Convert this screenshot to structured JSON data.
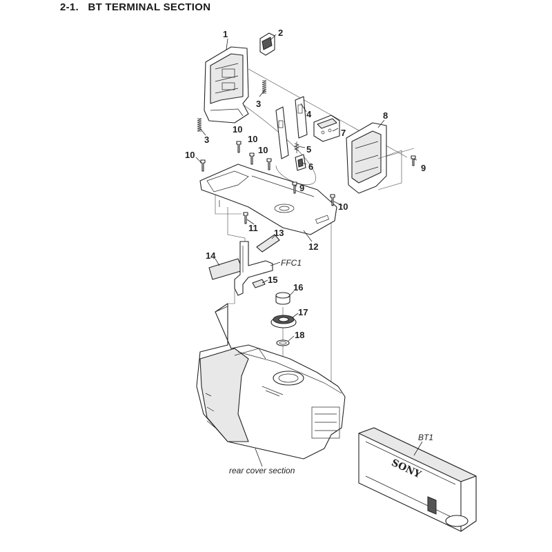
{
  "header": {
    "title": "2-1.   BT TERMINAL SECTION"
  },
  "callouts": {
    "c1": "1",
    "c2": "2",
    "c3a": "3",
    "c3b": "3",
    "c4": "4",
    "c5": "5",
    "c6": "6",
    "c7": "7",
    "c8": "8",
    "c9a": "9",
    "c9b": "9",
    "c10a": "10",
    "c10b": "10",
    "c10c": "10",
    "c10d": "10",
    "c10e": "10",
    "c11": "11",
    "c12": "12",
    "c13": "13",
    "c14": "14",
    "c15": "15",
    "c16": "16",
    "c17": "17",
    "c18": "18"
  },
  "sublabels": {
    "ffc1": "FFC1",
    "bt1": "BT1",
    "rear_cover": "rear cover section"
  },
  "battery_brand": "SONY"
}
